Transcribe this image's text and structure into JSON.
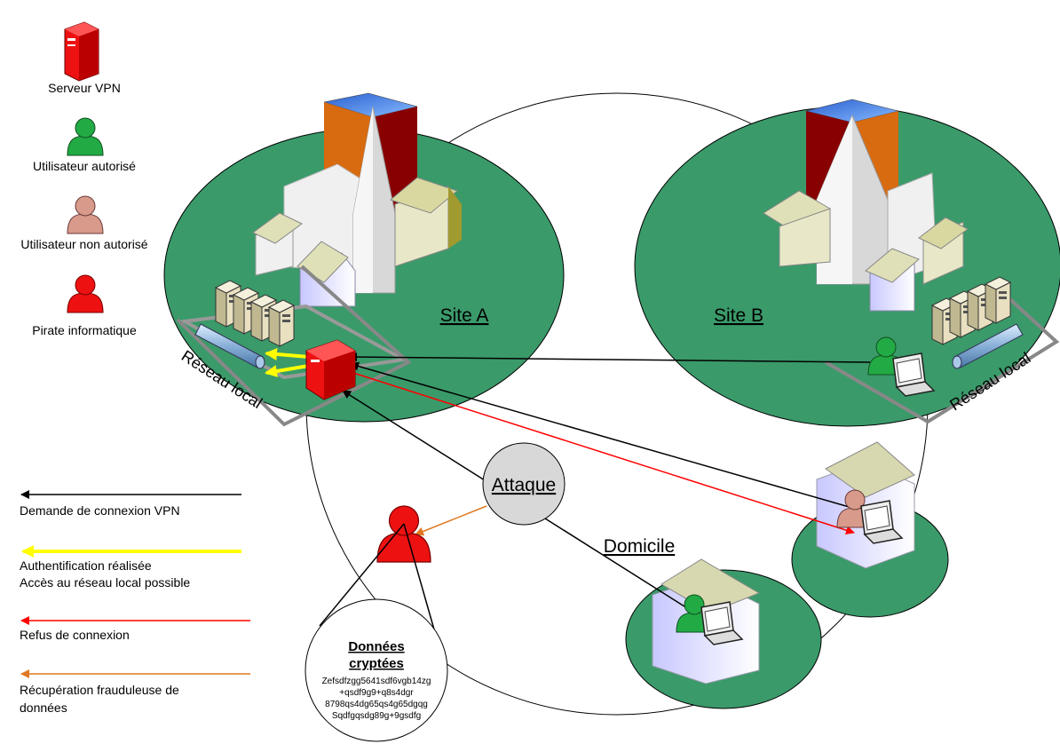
{
  "legend": {
    "vpn_server": "Serveur VPN",
    "authorized_user": "Utilisateur autorisé",
    "unauthorized_user": "Utilisateur non autorisé",
    "hacker": "Pirate informatique",
    "arrow_request": "Demande de connexion VPN",
    "arrow_auth_line1": "Authentification réalisée",
    "arrow_auth_line2": "Accès au réseau local possible",
    "arrow_refusal": "Refus de connexion",
    "arrow_theft_line1": "Récupération frauduleuse de",
    "arrow_theft_line2": "données"
  },
  "sites": {
    "site_a": "Site A",
    "site_b": "Site B",
    "home": "Domicile",
    "local_network_a": "Réseau local",
    "local_network_b": "Réseau local"
  },
  "attack": {
    "label": "Attaque"
  },
  "encrypted": {
    "title_line1": "Données",
    "title_line2": "cryptées",
    "lines": [
      "Zefsdfzgg5641sdf6vgb14zg",
      "+qsdf9g9+q8s4dgr",
      "8798qs4dg65qs4g65dgqg",
      "Sqdfgqsdg89g+9gsdfg"
    ]
  },
  "colors": {
    "site_green": "#3a9a6a",
    "request_arrow": "#000000",
    "auth_arrow": "#ffff00",
    "refusal_arrow": "#ff0000",
    "theft_arrow": "#e07820",
    "authorized_user": "#22aa44",
    "unauthorized_user": "#d89a8a",
    "hacker": "#ee1111",
    "server": "#dd1111"
  }
}
